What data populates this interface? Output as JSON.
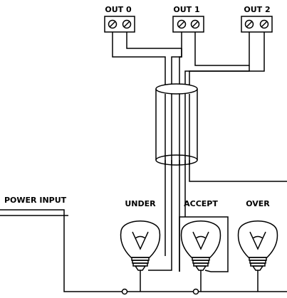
{
  "terminals": [
    {
      "label": "OUT 0"
    },
    {
      "label": "OUT 1"
    },
    {
      "label": "OUT 2"
    }
  ],
  "power_input_label": "POWER INPUT",
  "lamps": [
    {
      "label": "UNDER"
    },
    {
      "label": "ACCEPT"
    },
    {
      "label": "OVER"
    }
  ]
}
